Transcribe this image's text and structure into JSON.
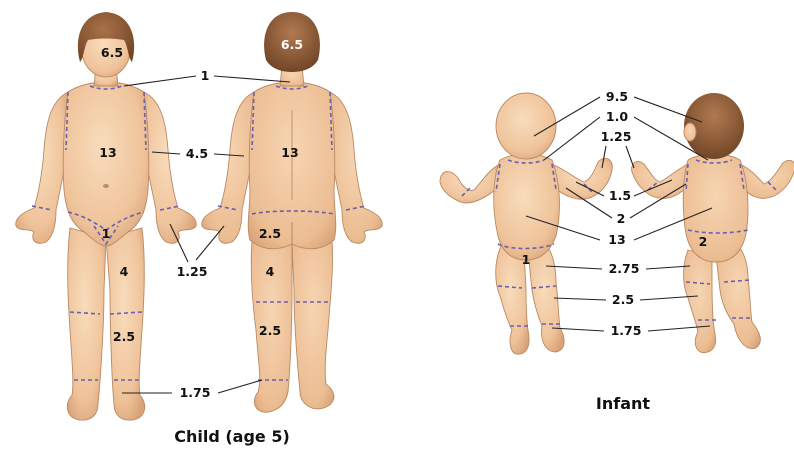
{
  "captions": {
    "child": "Child (age 5)",
    "infant": "Infant"
  },
  "child_front": {
    "head": "6.5",
    "torso": "13",
    "genitalia": "1",
    "thigh": "4",
    "lower_leg": "2.5"
  },
  "child_back": {
    "head": "6.5",
    "back": "13",
    "buttock": "2.5",
    "thigh": "4",
    "lower_leg": "2.5"
  },
  "child_callouts": {
    "neck": "1",
    "upper_arm": "4.5",
    "hand": "1.25",
    "foot": "1.75"
  },
  "infant_callouts": {
    "head": "9.5",
    "neck": "1.0",
    "hand": "1.25",
    "forearm": "1.5",
    "upper_arm": "2",
    "trunk": "13",
    "thigh": "2.75",
    "lower_leg": "2.5",
    "foot": "1.75"
  },
  "infant_labels": {
    "genitalia": "1",
    "buttock": "2"
  },
  "colors": {
    "skin_light": "#f6d3b0",
    "skin_dark": "#dca47b",
    "hair": "#8b5a36",
    "segment_line": "#6a5fb0"
  }
}
